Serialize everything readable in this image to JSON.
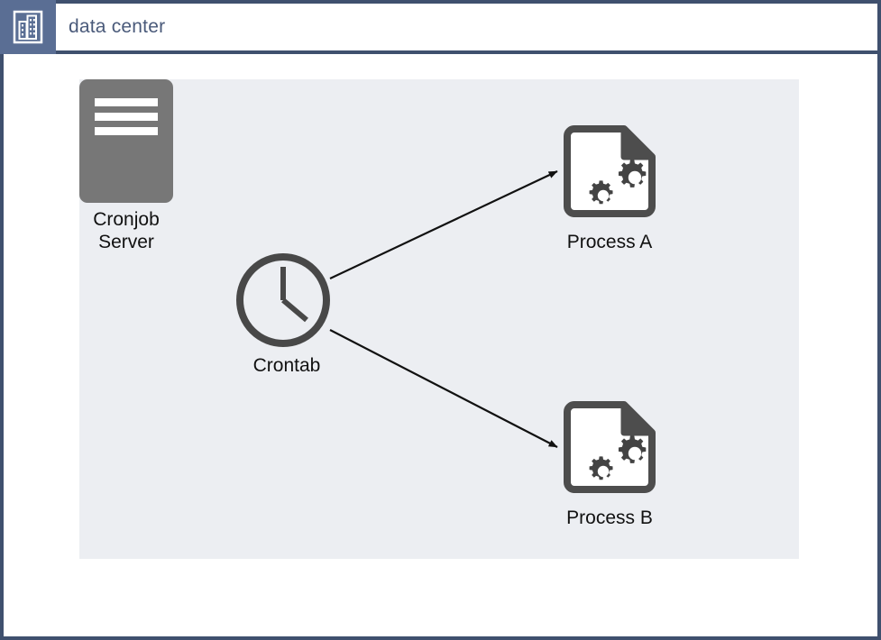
{
  "window": {
    "title": "data center",
    "icon": "building-icon",
    "border_color": "#3f506e",
    "tab_color": "#5a6e94",
    "title_color": "#4a5a7a"
  },
  "diagram": {
    "container": {
      "name": "data center",
      "background_color": "#eceef2"
    },
    "nodes": [
      {
        "id": "cronjob-server",
        "label": "Cronjob\nServer",
        "shape": "server",
        "icon": "server-icon",
        "color": "#777777"
      },
      {
        "id": "crontab",
        "label": "Crontab",
        "shape": "clock",
        "icon": "clock-icon",
        "color": "#484848"
      },
      {
        "id": "process-a",
        "label": "Process A",
        "shape": "document-gears",
        "icon": "process-document-icon",
        "color": "#4d4d4d"
      },
      {
        "id": "process-b",
        "label": "Process B",
        "shape": "document-gears",
        "icon": "process-document-icon",
        "color": "#4d4d4d"
      }
    ],
    "edges": [
      {
        "id": "crontab-to-process-a",
        "from": "crontab",
        "to": "process-a",
        "arrow": "filled-triangle",
        "color": "#111111"
      },
      {
        "id": "crontab-to-process-b",
        "from": "crontab",
        "to": "process-b",
        "arrow": "filled-triangle",
        "color": "#111111"
      }
    ]
  }
}
